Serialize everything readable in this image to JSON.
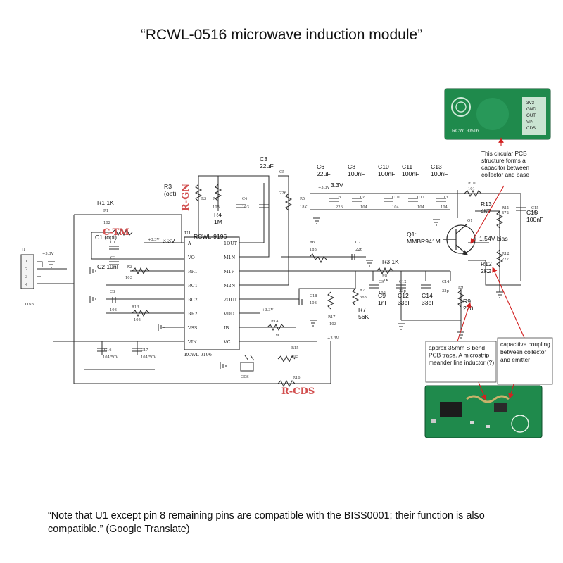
{
  "title": "“RCWL-0516 microwave induction module”",
  "footnote": "“Note that U1 except pin 8 remaining pins are compatible with the BISS0001; their function is also compatible.” (Google Translate)",
  "ic": {
    "ref": "U1",
    "name": "RCWL-9196",
    "name_bottom": "RCWL-9196",
    "left_pins": [
      "A",
      "VO",
      "RR1",
      "RC1",
      "RC2",
      "RR2",
      "VSS",
      "VIN"
    ],
    "right_pins": [
      "1OUT",
      "M1N",
      "M1P",
      "M2N",
      "2OUT",
      "VDD",
      "IB",
      "VC"
    ]
  },
  "connector": {
    "ref": "J1",
    "name": "CON3",
    "pins": [
      "1",
      "2",
      "3",
      "4"
    ]
  },
  "rail_labels": [
    "+3.3V",
    "3.3V"
  ],
  "zone_labels": {
    "rgn": "R-GN",
    "ctm": "C-TM",
    "rcds": "R-CDS"
  },
  "component_labels": {
    "r1": "R1 1K",
    "c1": "C1 (opt)",
    "c2": "C2 10nF",
    "r3": "R3\n(opt)",
    "r4": "R4\n1M",
    "c3": "C3\n22µF",
    "c6": "C6\n22µF",
    "c8": "C8\n100nF",
    "c10": "C10\n100nF",
    "c11": "C11\n100nF",
    "c13": "C13\n100nF",
    "r13": "R13\n4K7",
    "c15": "C15\n100nF",
    "q1": "Q1:\nMMBR941M",
    "bias": "1.54V bias",
    "r12": "R12\n2K2",
    "r3b": "R3 1K",
    "r7": "R7\n56K",
    "c9": "C9\n1nF",
    "c12": "C12\n33pF",
    "c14": "C14\n33pF",
    "r9": "R9\n220",
    "v33": "3.3V"
  },
  "schematic_marks": {
    "r1": "R1",
    "r1v": "102",
    "c1": "C1",
    "c2": "C2",
    "r2": "R2",
    "r2v": "103",
    "c3": "C3",
    "c3v": "103",
    "r13": "R13",
    "r13v": "105",
    "c16": "C16",
    "c16v": "104/50V",
    "c17": "C17",
    "c17v": "104/50V",
    "r3s": "R3",
    "r4s": "R4",
    "r4v": "105",
    "c4": "C4",
    "c4v": "103",
    "c5": "C5",
    "c5v": "226",
    "r5": "R5",
    "r5v": "18K",
    "c6s": "C6",
    "c6v": "226",
    "c8s": "C8",
    "c8v": "104",
    "c10s": "C10",
    "c10v": "104",
    "c11s": "C11",
    "c11v": "104",
    "c13s": "C13",
    "c13v": "104",
    "r6": "R6",
    "r6v": "183",
    "c7": "C7",
    "c7v": "226",
    "r8": "R8",
    "r8v": "1K",
    "c9s": "C9",
    "c9v": "102",
    "c12s": "C12",
    "c12v": "33p",
    "c14s": "C14",
    "c14v": "33p",
    "r9s": "R9",
    "r7s": "R7",
    "r7v": "563",
    "c18": "C18",
    "c18v": "103",
    "r17": "R17",
    "r17v": "103",
    "r14": "R14",
    "r14v": "1M",
    "r15": "R15",
    "r15v": "105",
    "r16": "R16",
    "r10": "R10",
    "r10v": "101",
    "r11": "R11",
    "r11v": "472",
    "r12s": "R12",
    "r12v": "222",
    "c15s": "C15",
    "c15v": "104",
    "cds": "CDS",
    "q1s": "Q1",
    "v33a": "+3.3V",
    "v33b": "+3.3V",
    "v33c": "+3.3V",
    "v33d": "+3.3V",
    "v33e": "+3.3V"
  },
  "callouts": {
    "pcb": "This circular  PCB structure forms a capacitor between collector and base",
    "meander": "approx 35mm S bend PCB trace. A microstrip meander line inductor (?)",
    "coupling": "capacitive coupling between collector and emitter"
  },
  "board_top": {
    "silk": "RCWL-0516",
    "pins": [
      "3V3",
      "GND",
      "OUT",
      "VIN",
      "CDS"
    ]
  },
  "colors": {
    "red_label": "#d25050",
    "arrow": "#d22020",
    "pcb_green": "#1f8a4c"
  }
}
